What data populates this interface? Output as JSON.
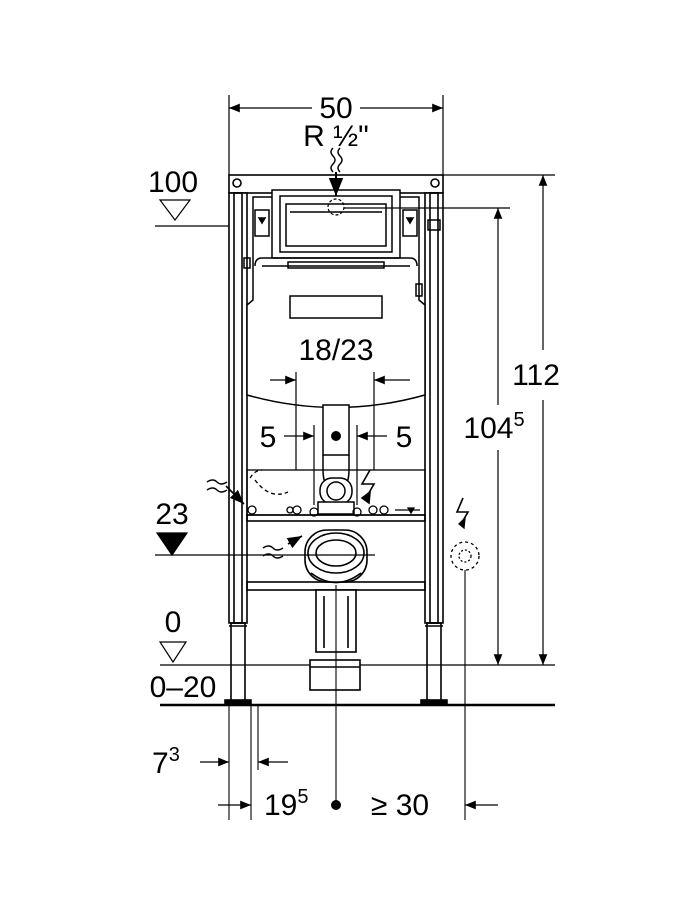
{
  "diagram": {
    "labels": {
      "width": "50",
      "water_connection": "R ½\"",
      "level_top": "100",
      "height_total": "112",
      "height_frame_main": "104",
      "height_frame_sup": "5",
      "flush_spacing": "18/23",
      "offset_left": "5",
      "offset_right": "5",
      "level_waste": "23",
      "level_floor": "0",
      "floor_range": "0–20",
      "bottom_depth_main": "7",
      "bottom_depth_sup": "3",
      "bottom_axis_main": "19",
      "bottom_axis_sup": "5",
      "bottom_min": "≥ 30"
    }
  }
}
